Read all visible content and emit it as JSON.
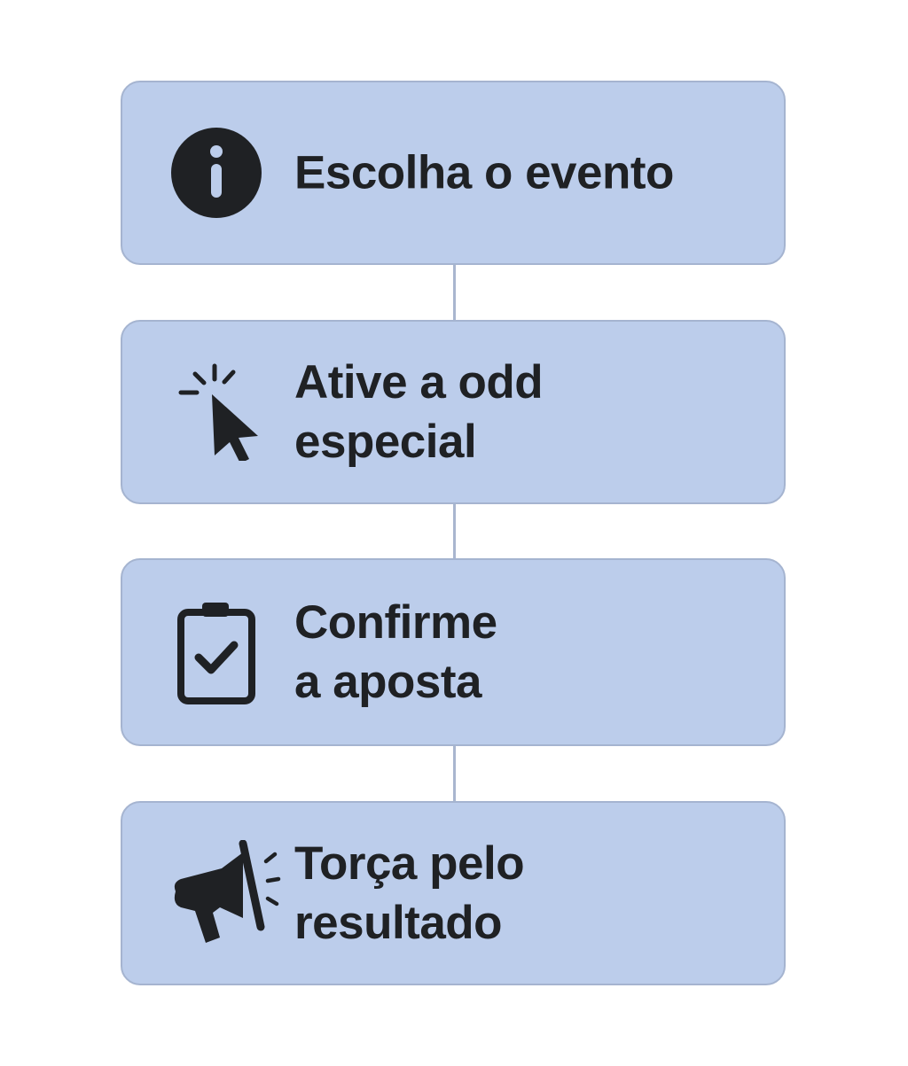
{
  "accent_color": "#bccdeb",
  "border_color": "#a5b4d0",
  "text_color": "#1f2124",
  "connector_color": "#a9b6cf",
  "steps": [
    {
      "icon": "info-icon",
      "label": "Escolha o evento"
    },
    {
      "icon": "cursor-click-icon",
      "label": "Ative a odd\nespecial"
    },
    {
      "icon": "clipboard-check-icon",
      "label": "Confirme\na aposta"
    },
    {
      "icon": "megaphone-icon",
      "label": "Torça pelo\nresultado"
    }
  ]
}
